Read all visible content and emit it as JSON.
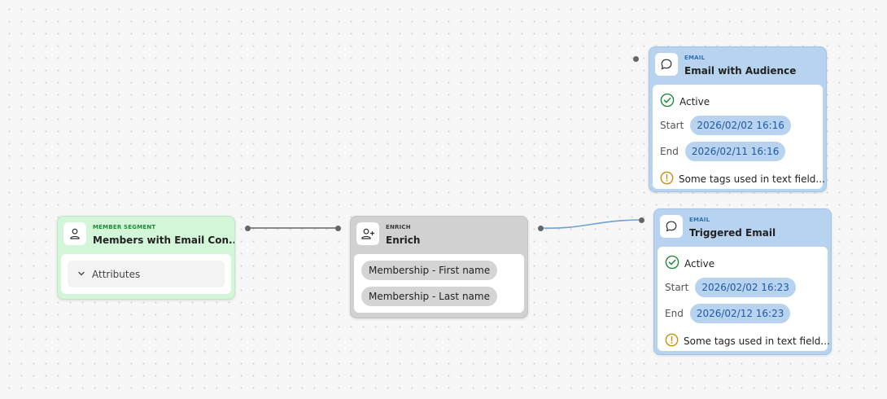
{
  "nodes": {
    "segment": {
      "type": "MEMBER SEGMENT",
      "title": "Members with Email Con...",
      "attributes_label": "Attributes"
    },
    "enrich": {
      "type": "ENRICH",
      "title": "Enrich",
      "fields": [
        "Membership - First name",
        "Membership - Last name"
      ]
    },
    "email_audience": {
      "type": "EMAIL",
      "title": "Email with Audience",
      "status": "Active",
      "start_label": "Start",
      "start": "2026/02/02 16:16",
      "end_label": "End",
      "end": "2026/02/11 16:16",
      "warning": "Some tags used in text field..."
    },
    "email_triggered": {
      "type": "EMAIL",
      "title": "Triggered Email",
      "status": "Active",
      "start_label": "Start",
      "start": "2026/02/02 16:23",
      "end_label": "End",
      "end": "2026/02/12 16:23",
      "warning": "Some tags used in text field..."
    }
  },
  "colors": {
    "segment": "#d3f6d8",
    "enrich": "#d1d1d1",
    "email": "#b7d3ef",
    "active": "#1e8a3a",
    "warning": "#c9900a",
    "edge_grey": "#666666",
    "edge_blue": "#6fa0d6"
  },
  "icons": {
    "segment": "user-icon",
    "enrich": "user-plus-icon",
    "email": "chat-bubble-icon",
    "active": "check-circle-icon",
    "warning": "alert-circle-icon",
    "attributes": "chevron-down-icon"
  }
}
